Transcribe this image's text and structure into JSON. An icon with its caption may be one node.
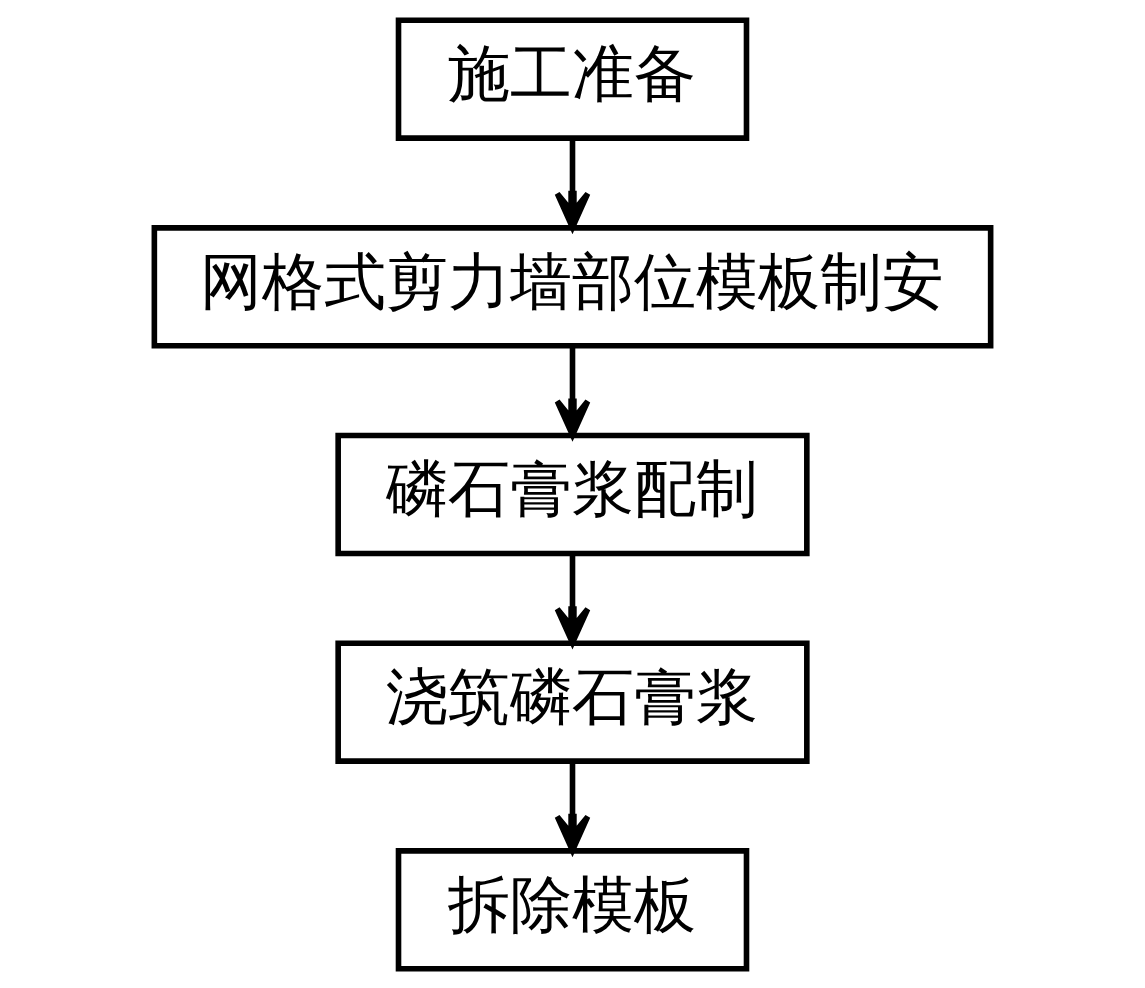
{
  "diagram": {
    "nodes": [
      {
        "text": [
          "施工准备"
        ]
      },
      {
        "text": [
          "网格式剪力墙部位模板制安"
        ]
      },
      {
        "text": [
          "磷石膏浆配制"
        ]
      },
      {
        "text": [
          "浇筑磷石膏浆"
        ]
      },
      {
        "text": [
          "拆除模板"
        ]
      }
    ],
    "edges": [
      {
        "from": 0,
        "to": 1,
        "arrow": "to"
      },
      {
        "from": 1,
        "to": 2,
        "arrow": "to"
      },
      {
        "from": 2,
        "to": 3,
        "arrow": "to"
      },
      {
        "from": 3,
        "to": 4,
        "arrow": "to"
      }
    ]
  }
}
